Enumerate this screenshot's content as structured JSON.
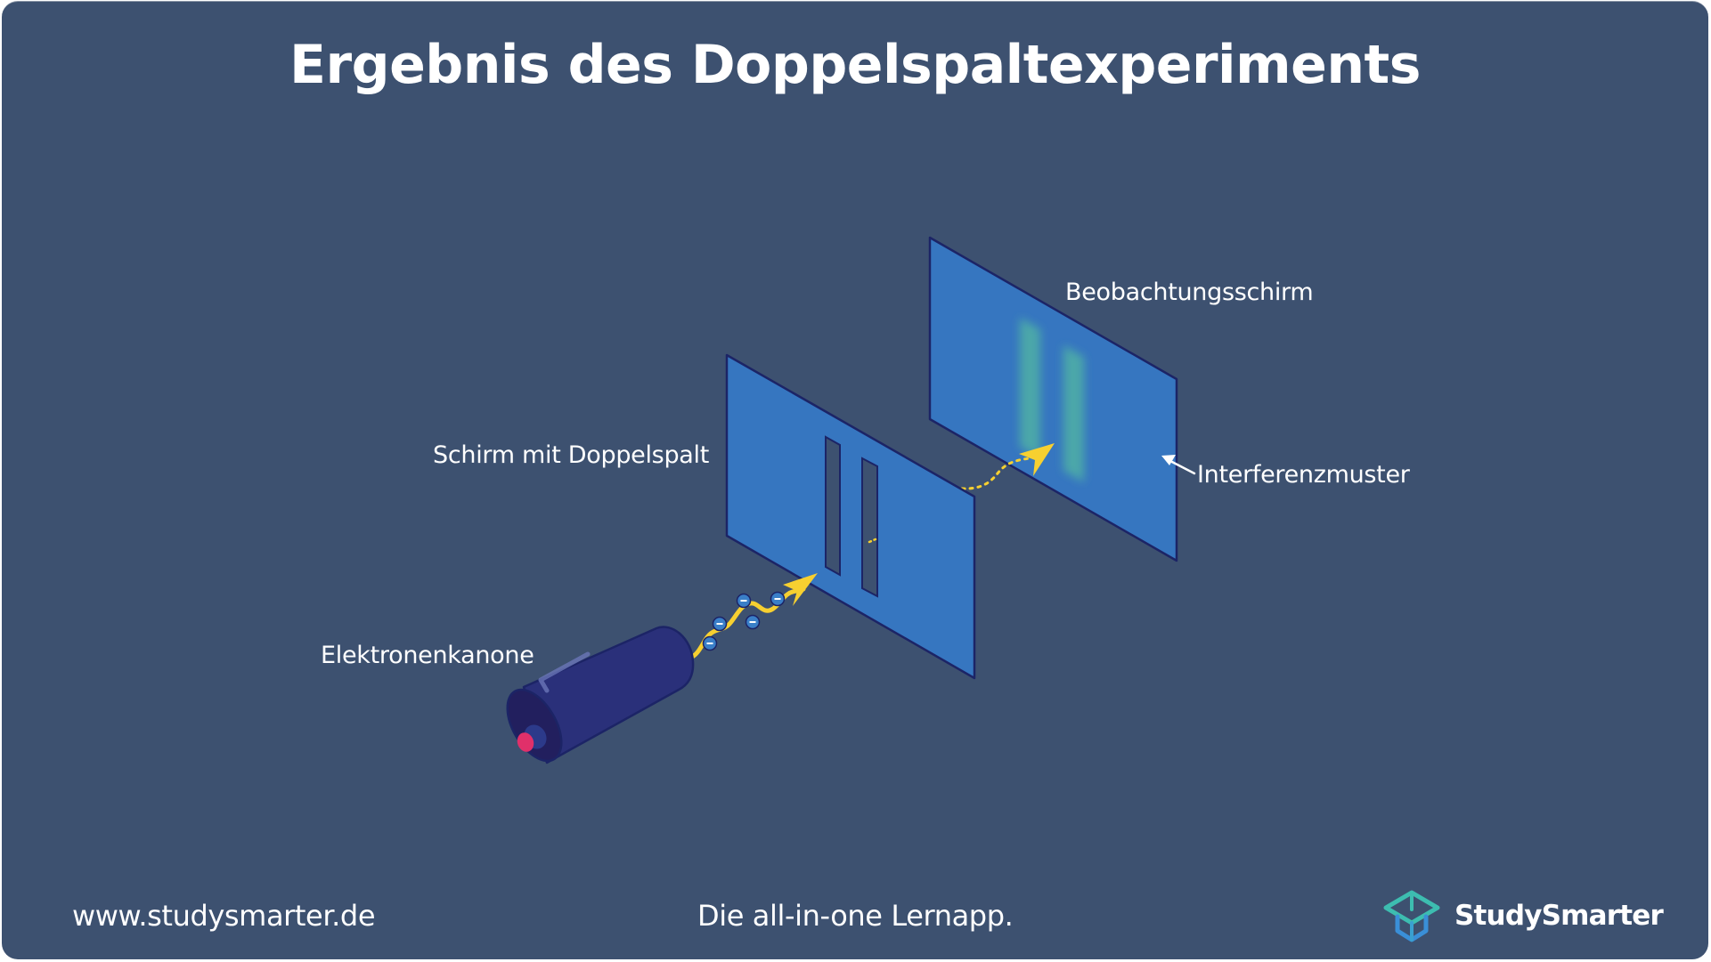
{
  "title": "Ergebnis des Doppelspaltexperiments",
  "labels": {
    "screen_with_slits": "Schirm mit Doppelspalt",
    "observation_screen": "Beobachtungsschirm",
    "interference_pattern": "Interferenzmuster",
    "electron_gun": "Elektronenkanone"
  },
  "electron_symbol": "−",
  "footer": {
    "url": "www.studysmarter.de",
    "tagline": "Die all-in-one Lernapp.",
    "brand": "StudySmarter"
  },
  "colors": {
    "background": "#3d5170",
    "screen": "#3676c0",
    "screen_outline": "#1c2466",
    "gun_body": "#2a307a",
    "gun_cap": "#221f5e",
    "gun_emitter": "#e0306a",
    "beam": "#f7d030",
    "interference_band": "#4fb0a6",
    "electron": "#3a7fc8",
    "logo_teal": "#3dbdb0",
    "logo_blue": "#3a8fd8"
  }
}
